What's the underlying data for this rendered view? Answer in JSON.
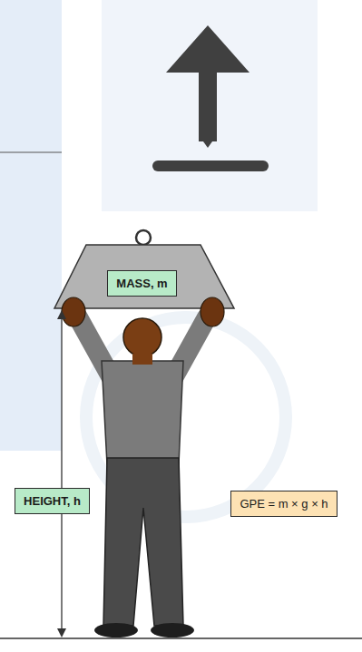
{
  "diagram": {
    "nodes": [
      {
        "text": [
          "MASS, m"
        ]
      },
      {
        "text": [
          "HEIGHT, h"
        ]
      },
      {
        "text": [
          "GPE = m × g × h"
        ]
      }
    ]
  }
}
